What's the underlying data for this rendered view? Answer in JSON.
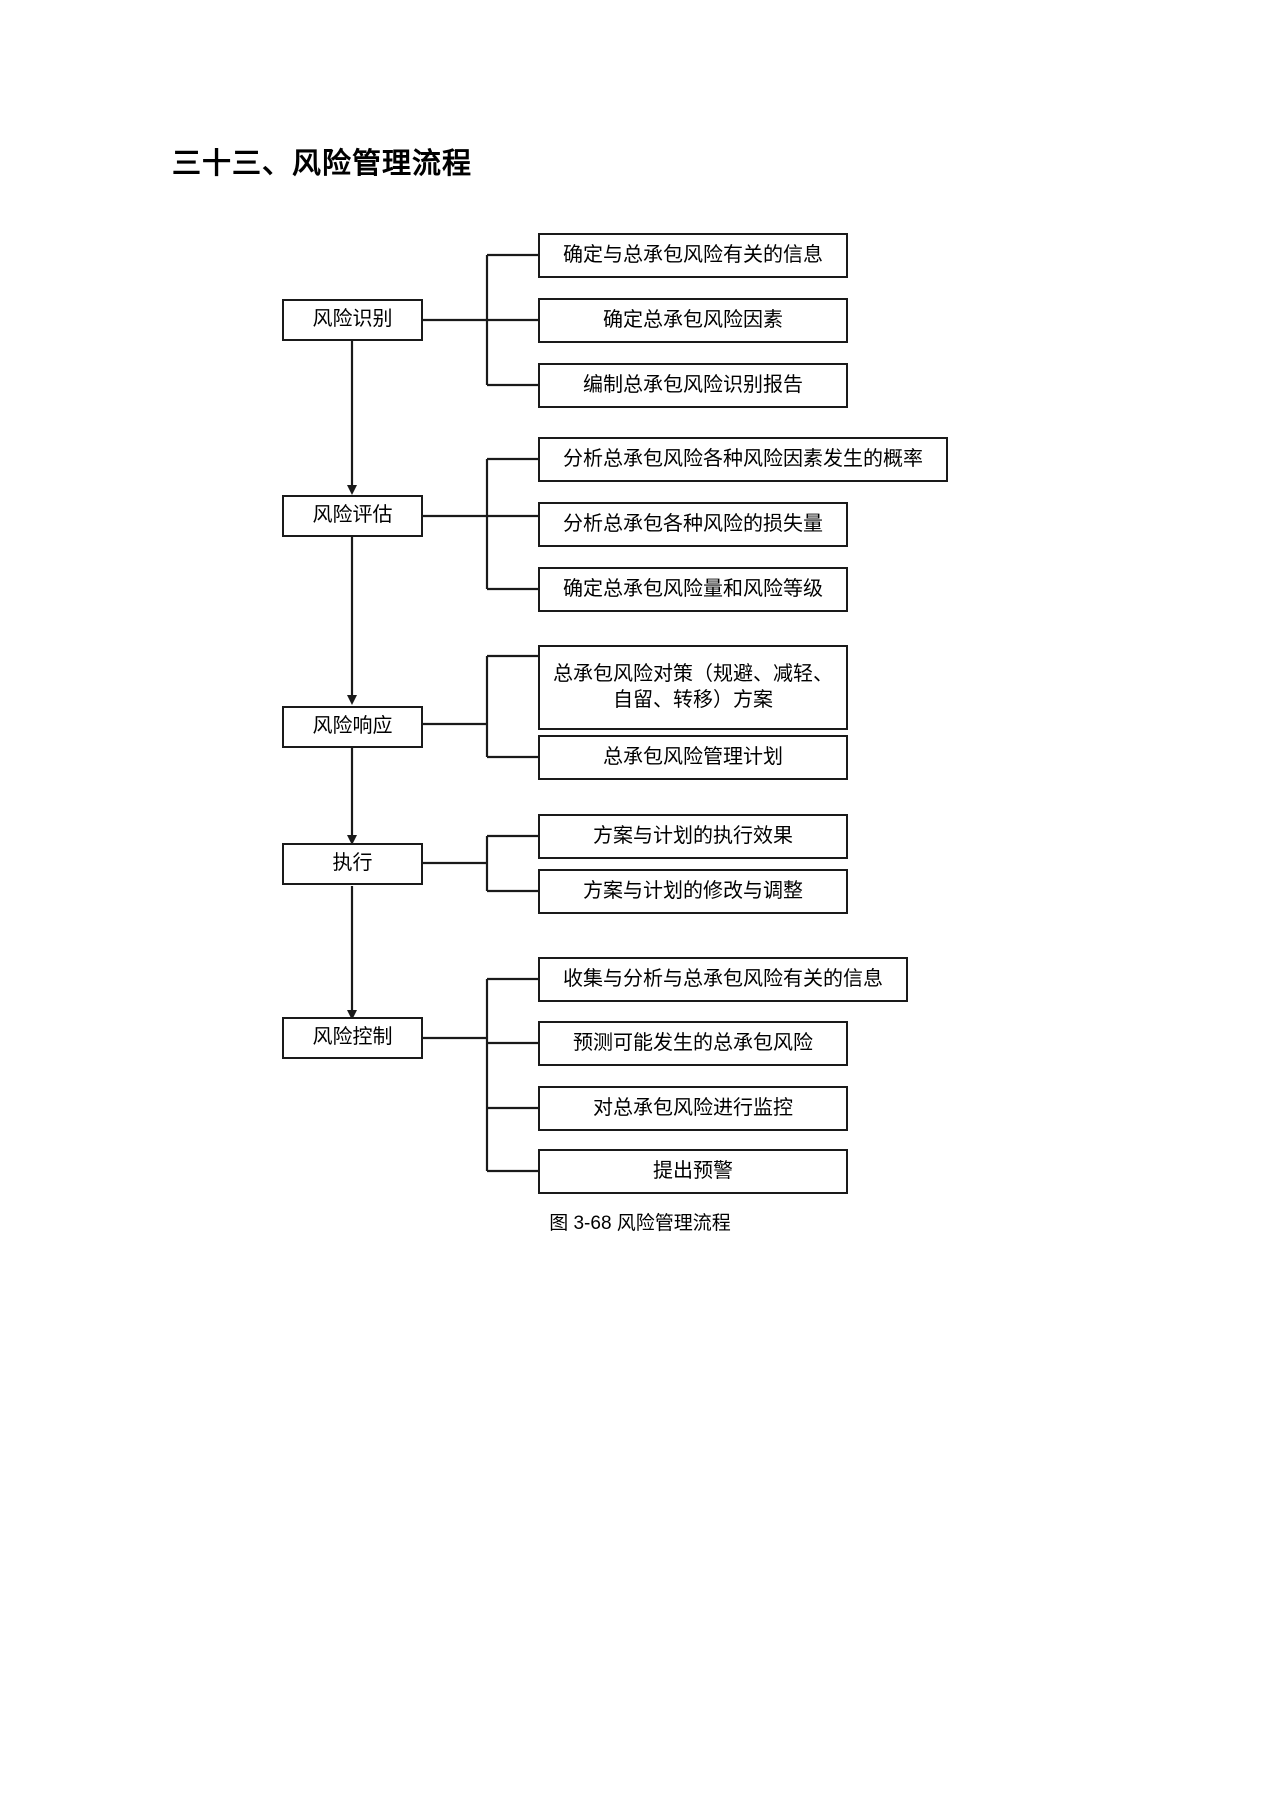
{
  "document": {
    "title": "三十三、风险管理流程",
    "caption": "图 3-68 风险管理流程"
  },
  "chart_data": {
    "type": "diagram",
    "title": "三十三、风险管理流程",
    "caption": "图 3-68 风险管理流程",
    "orientation": "vertical-with-right-branches",
    "stages": [
      {
        "id": "stage-1",
        "label": "风险识别",
        "details": [
          "确定与总承包风险有关的信息",
          "确定总承包风险因素",
          "编制总承包风险识别报告"
        ]
      },
      {
        "id": "stage-2",
        "label": "风险评估",
        "details": [
          "分析总承包风险各种风险因素发生的概率",
          "分析总承包各种风险的损失量",
          "确定总承包风险量和风险等级"
        ]
      },
      {
        "id": "stage-3",
        "label": "风险响应",
        "details": [
          "总承包风险对策（规避、减轻、\n自留、转移）方案",
          "总承包风险管理计划"
        ]
      },
      {
        "id": "stage-4",
        "label": "执行",
        "details": [
          "方案与计划的执行效果",
          "方案与计划的修改与调整"
        ]
      },
      {
        "id": "stage-5",
        "label": "风险控制",
        "details": [
          "收集与分析与总承包风险有关的信息",
          "预测可能发生的总承包风险",
          "对总承包风险进行监控",
          "提出预警"
        ]
      }
    ],
    "flow_sequence": [
      "风险识别",
      "风险评估",
      "风险响应",
      "执行",
      "风险控制"
    ],
    "colors": {
      "stroke": "#1a1a1a",
      "fill": "#ffffff",
      "text": "#000000"
    }
  },
  "nodes": {
    "stage_1": "风险识别",
    "stage_2": "风险评估",
    "stage_3": "风险响应",
    "stage_4": "执行",
    "stage_5": "风险控制",
    "d1_1": "确定与总承包风险有关的信息",
    "d1_2": "确定总承包风险因素",
    "d1_3": "编制总承包风险识别报告",
    "d2_1": "分析总承包风险各种风险因素发生的概率",
    "d2_2": "分析总承包各种风险的损失量",
    "d2_3": "确定总承包风险量和风险等级",
    "d3_1_line1": "总承包风险对策（规避、减轻、",
    "d3_1_line2": "自留、转移）方案",
    "d3_2": "总承包风险管理计划",
    "d4_1": "方案与计划的执行效果",
    "d4_2": "方案与计划的修改与调整",
    "d5_1": "收集与分析与总承包风险有关的信息",
    "d5_2": "预测可能发生的总承包风险",
    "d5_3": "对总承包风险进行监控",
    "d5_4": "提出预警"
  }
}
